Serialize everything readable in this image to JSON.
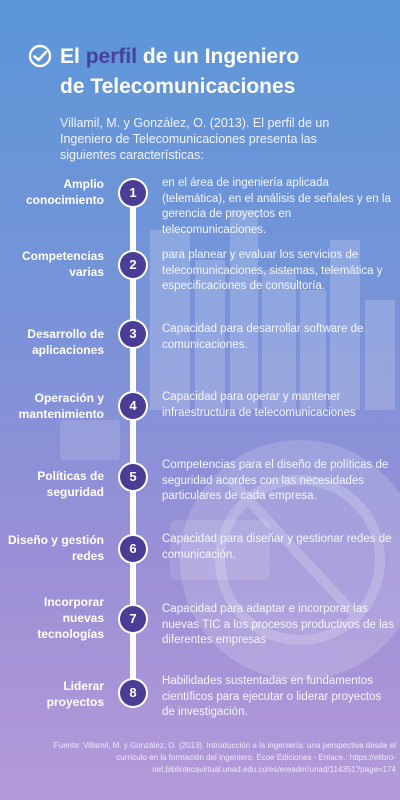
{
  "header": {
    "title_part1": "El ",
    "title_accent": "perfil",
    "title_part2": " de un Ingeniero",
    "title_line2": "de Telecomunicaciones",
    "check_icon": "check-badge-icon",
    "accent_color": "#4b3f9c"
  },
  "intro": {
    "text": "Villamil, M. y González, O. (2013). El perfil de un Ingeniero de Telecomunicaciones presenta las siguientes características:"
  },
  "items": [
    {
      "num": "1",
      "title": "Amplio conocimiento",
      "desc": "en el área de ingeniería aplicada (telemática), en el análisis de señales y en la gerencia de proyectos en telecomunicaciones."
    },
    {
      "num": "2",
      "title": "Competencias varias",
      "desc": "para planear y evaluar los servicios de telecomunicaciones, sistemas, telemática y especificaciones de consultoría."
    },
    {
      "num": "3",
      "title": "Desarrollo de aplicaciones",
      "desc": "Capacidad para desarrollar software de comunicaciones."
    },
    {
      "num": "4",
      "title": "Operación y mantenimiento",
      "desc": "Capacidad para operar y mantener infraestructura de telecomunicaciones"
    },
    {
      "num": "5",
      "title": "Políticas de seguridad",
      "desc": "Competencias para el diseño de políticas de seguridad acordes con las necesidades particulares de cada empresa."
    },
    {
      "num": "6",
      "title": "Diseño y gestión redes",
      "desc": "Capacidad para diseñar y gestionar redes de comunicación."
    },
    {
      "num": "7",
      "title": "Incorporar nuevas tecnologías",
      "desc": "Capacidad para adaptar e incorporar las nuevas TIC a los procesos productivos de las diferentes empresas"
    },
    {
      "num": "8",
      "title": "Liderar proyectos",
      "desc": "Habilidades sustentadas en fundamentos científicos para ejecutar o liderar proyectos de investigación."
    }
  ],
  "source": {
    "text": "Fuente: Villamil, M. y González, O. (2013). Introducción a la ingeniería: una perspectiva desde el currículo en la formación del ingeniero. Ecoe Ediciones - Enlace.: https://elibro-net.bibliotecavirtual.unad.edu.co/es/ereader/unad/114351?page=174"
  }
}
